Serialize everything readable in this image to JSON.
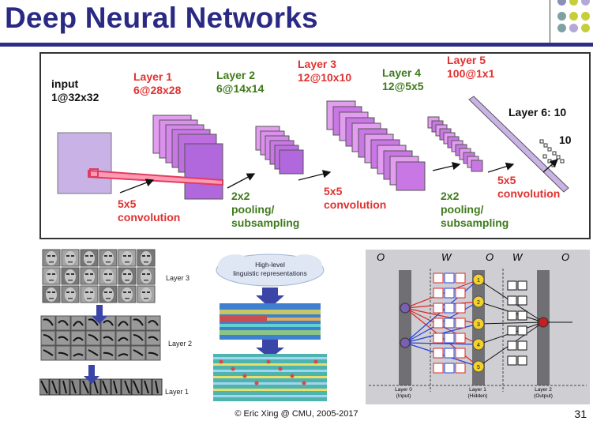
{
  "slide": {
    "title": "Deep Neural Networks",
    "footer": "© Eric Xing @ CMU, 2005-2017",
    "page_number": "31"
  },
  "cnn": {
    "input": [
      "input",
      "1@32x32"
    ],
    "layer1": [
      "Layer 1",
      "6@28x28"
    ],
    "layer2": [
      "Layer 2",
      "6@14x14"
    ],
    "layer3": [
      "Layer 3",
      "12@10x10"
    ],
    "layer4": [
      "Layer 4",
      "12@5x5"
    ],
    "layer5": [
      "Layer 5",
      "100@1x1"
    ],
    "layer6": "Layer 6: 10",
    "output_count": "10",
    "ops": {
      "conv1": [
        "5x5",
        "convolution"
      ],
      "pool1": [
        "2x2",
        "pooling/",
        "subsampling"
      ],
      "conv2": [
        "5x5",
        "convolution"
      ],
      "pool2": [
        "2x2",
        "pooling/",
        "subsampling"
      ],
      "conv3": [
        "5x5",
        "convolution"
      ]
    }
  },
  "faces_panel": {
    "labels": [
      "Layer 3",
      "Layer 2",
      "Layer 1"
    ]
  },
  "speech_panel": {
    "cloud_text": [
      "High-level",
      "linguistic representations"
    ]
  },
  "mlp_panel": {
    "header": [
      "O",
      "W",
      "O",
      "W",
      "O"
    ],
    "layers": [
      {
        "name": "Layer 0",
        "sub": "(Input)"
      },
      {
        "name": "Layer 1",
        "sub": "(Hidden)"
      },
      {
        "name": "Layer 2",
        "sub": "(Output)"
      }
    ],
    "hidden_units": [
      "1",
      "2",
      "3",
      "4",
      "5"
    ]
  },
  "colors": {
    "title": "#2a2a84",
    "accent_red": "#e0312f",
    "accent_green": "#3f7a1c",
    "map_purple": "#b26ce0",
    "dot_colors": [
      "#8a8fb8",
      "#c6cf3a",
      "#b3a9d6",
      "#7fa1a3",
      "#c6cf3a",
      "#c6cf3a",
      "#7fa1a3",
      "#b3a9d6",
      "#c6cf3a"
    ]
  }
}
